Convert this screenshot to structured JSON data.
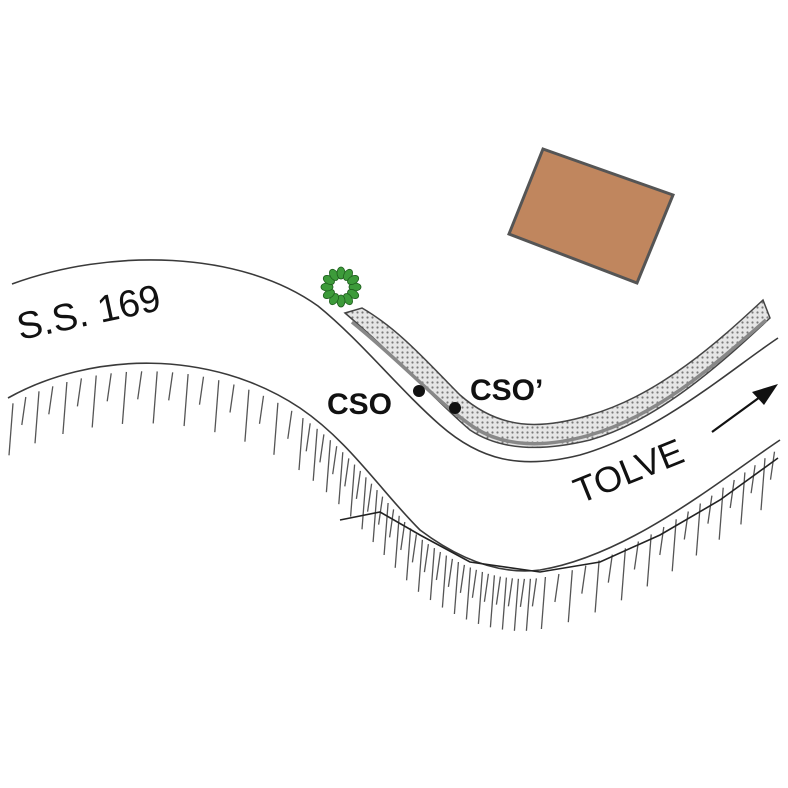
{
  "labels": {
    "road_name": "S.S. 169",
    "direction": "TOLVE",
    "point_a": "CSO",
    "point_b": "CSO’"
  },
  "colors": {
    "building_fill": "#c0865e",
    "building_stroke": "#555555",
    "wall_fill": "#d9d9d9",
    "tree_green": "#3d9b3a",
    "line": "#3a3a3a"
  },
  "icons": {
    "tree": "tree-icon",
    "arrow": "arrow-right-icon"
  }
}
